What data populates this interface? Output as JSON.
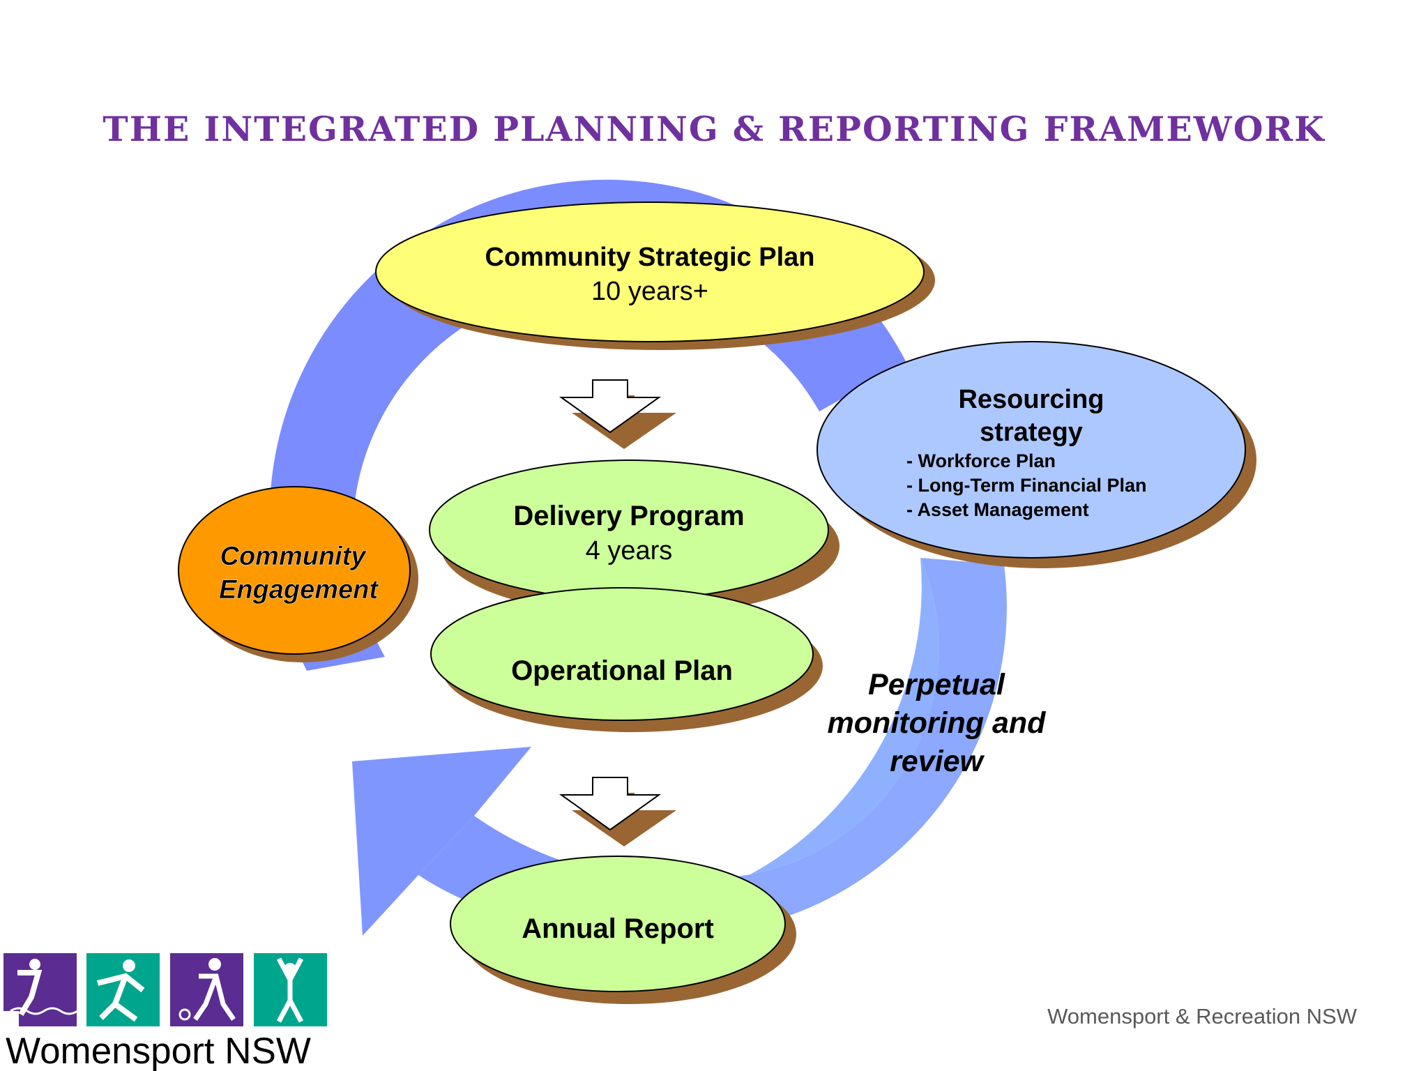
{
  "title": "THE INTEGRATED PLANNING & REPORTING FRAMEWORK",
  "colors": {
    "title": "#7030a0",
    "cycle_arrow": "#7b8cff",
    "shadow": "#996633",
    "csp_fill": "#ffff77",
    "green_fill": "#ccff99",
    "resourcing_fill": "#adc8ff",
    "engagement_fill": "#ff9900",
    "logo_purple": "#5b2c91",
    "logo_teal": "#00a58e"
  },
  "nodes": {
    "community_strategic_plan": {
      "title": "Community Strategic Plan",
      "subtitle": "10 years+"
    },
    "delivery_program": {
      "title": "Delivery Program",
      "subtitle": "4 years"
    },
    "operational_plan": {
      "title": "Operational Plan"
    },
    "annual_report": {
      "title": "Annual Report"
    },
    "resourcing_strategy": {
      "title_line1": "Resourcing",
      "title_line2": "strategy",
      "items": [
        "- Workforce Plan",
        "- Long-Term Financial Plan",
        "- Asset Management"
      ]
    },
    "community_engagement": {
      "line1": "Community",
      "line2": "Engagement"
    }
  },
  "cycle_label": {
    "line1": "Perpetual",
    "line2": "monitoring and",
    "line3": "review"
  },
  "logo": {
    "text": "Womensport NSW",
    "icons": [
      "swimmer-icon",
      "runner-icon",
      "bowler-icon",
      "gymnast-icon"
    ]
  },
  "footer": "Womensport & Recreation NSW"
}
